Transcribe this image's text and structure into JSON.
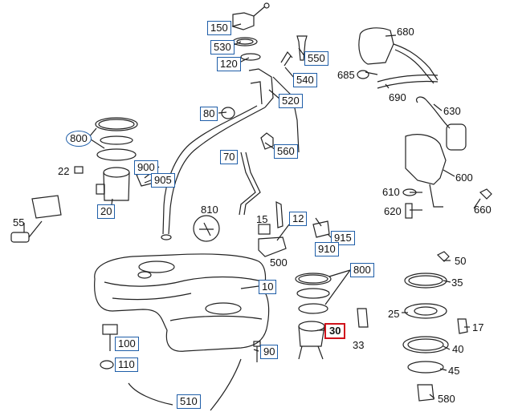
{
  "callouts": {
    "c150": "150",
    "c530": "530",
    "c120": "120",
    "c550": "550",
    "c540": "540",
    "c520": "520",
    "c80": "80",
    "c560": "560",
    "c70": "70",
    "c800a": "800",
    "c22": "22",
    "c900": "900",
    "c905": "905",
    "c20": "20",
    "c55": "55",
    "c810": "810",
    "c15": "15",
    "c12": "12",
    "c915": "915",
    "c910": "910",
    "c500": "500",
    "c10": "10",
    "c800b": "800",
    "c30": "30",
    "c33": "33",
    "c100": "100",
    "c110": "110",
    "c90": "90",
    "c510": "510",
    "c680": "680",
    "c685": "685",
    "c690": "690",
    "c630": "630",
    "c600": "600",
    "c610": "610",
    "c620": "620",
    "c660": "660",
    "c50": "50",
    "c35": "35",
    "c25": "25",
    "c17": "17",
    "c40": "40",
    "c45": "45",
    "c580": "580"
  },
  "colors": {
    "box_border": "#1f5ea8",
    "highlight_border": "#d0121b",
    "line": "#222222"
  },
  "highlighted_part": "30"
}
